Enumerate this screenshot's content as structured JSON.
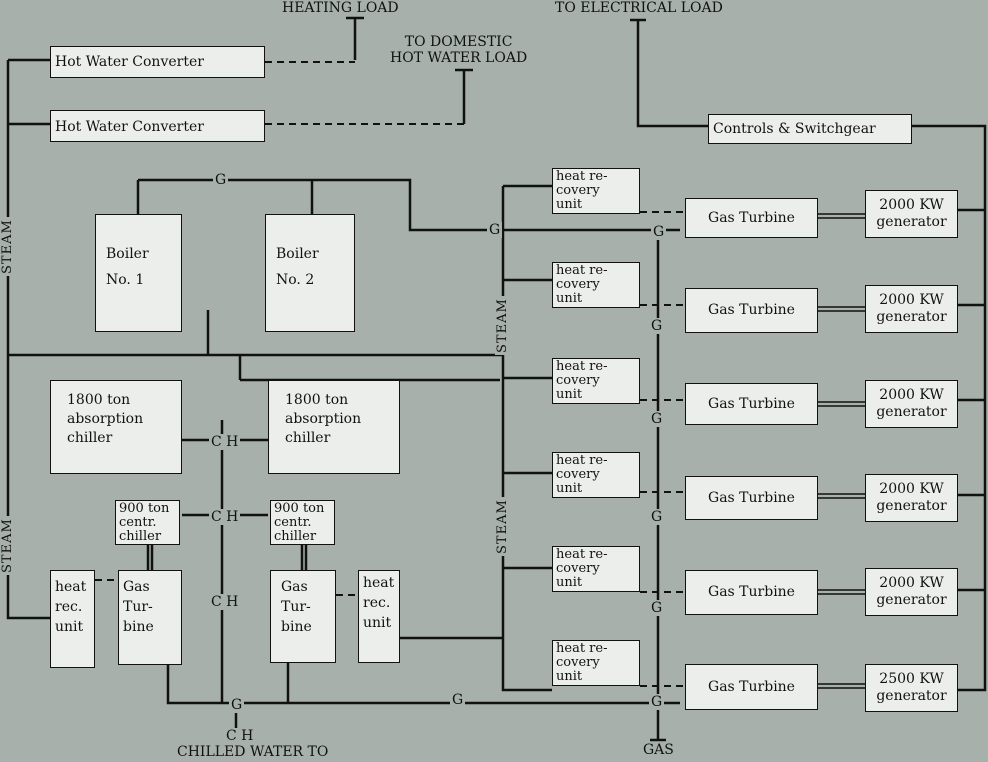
{
  "top": {
    "heating_load": "HEATING LOAD",
    "domestic_load": "TO DOMESTIC\nHOT WATER LOAD",
    "electrical_load": "TO ELECTRICAL LOAD"
  },
  "converters": [
    "Hot Water Converter",
    "Hot Water Converter"
  ],
  "controls": "Controls & Switchgear",
  "boilers": [
    "Boiler\nNo. 1",
    "Boiler\nNo. 2"
  ],
  "absorption": [
    "1800 ton\nabsorption\nchiller",
    "1800 ton\nabsorption\nchiller"
  ],
  "centr": [
    "900 ton\ncentr.\nchiller",
    "900 ton\ncentr.\nchiller"
  ],
  "left_units": {
    "heat_rec_left": "heat\nrec.\nunit",
    "gas_turbine_left": "Gas\nTur-\nbine",
    "gas_turbine_right": "Gas\nTur-\nbine",
    "heat_rec_right": "heat\nrec.\nunit"
  },
  "hru": [
    "heat re-\ncovery\nunit",
    "heat re-\ncovery\nunit",
    "heat re-\ncovery\nunit",
    "heat re-\ncovery\nunit",
    "heat re-\ncovery\nunit",
    "heat re-\ncovery\nunit"
  ],
  "turbines": [
    "Gas Turbine",
    "Gas Turbine",
    "Gas Turbine",
    "Gas Turbine",
    "Gas Turbine",
    "Gas Turbine"
  ],
  "generators": [
    "2000 KW\ngenerator",
    "2000 KW\ngenerator",
    "2000 KW\ngenerator",
    "2000 KW\ngenerator",
    "2000 KW\ngenerator",
    "2500 KW\ngenerator"
  ],
  "labels": {
    "steam": "STEAM",
    "g": "G",
    "ch": "C H",
    "gas": "GAS",
    "chilled_water": "CHILLED WATER TO"
  }
}
